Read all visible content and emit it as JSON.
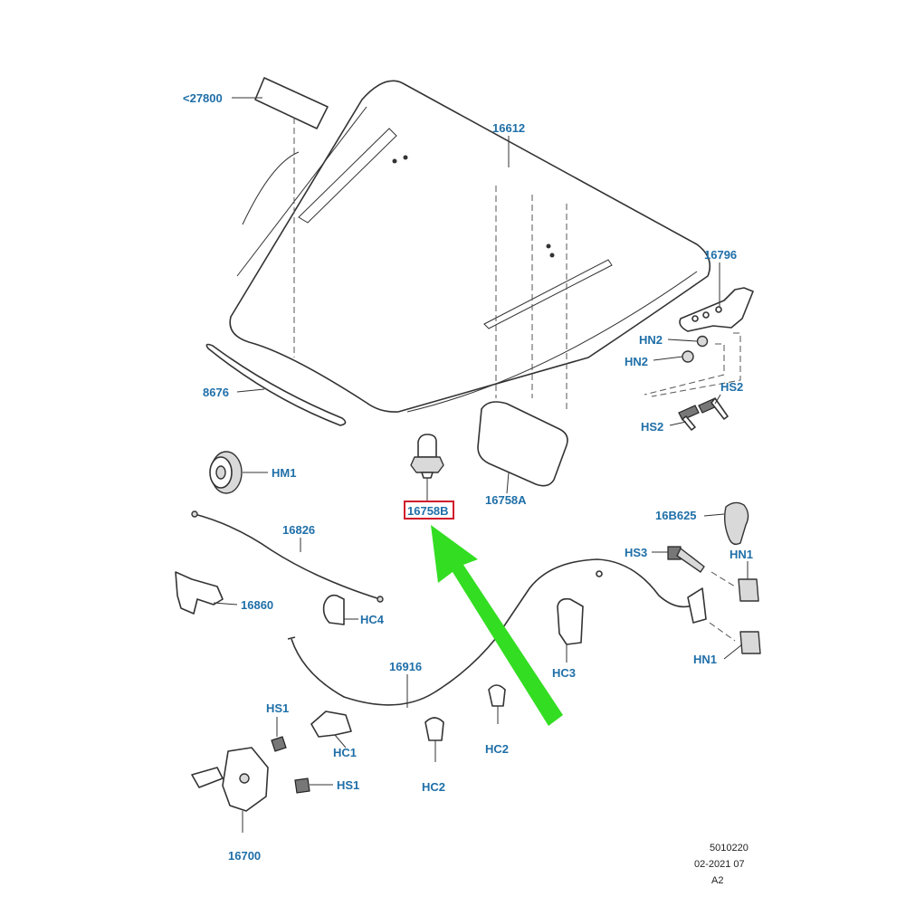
{
  "callouts": {
    "c27800": "<27800",
    "c16612": "16612",
    "c16796": "16796",
    "hn2_a": "HN2",
    "hn2_b": "HN2",
    "hs2_a": "HS2",
    "hs2_b": "HS2",
    "c8676": "8676",
    "hm1": "HM1",
    "c16758b": "16758B",
    "c16758a": "16758A",
    "c16b625": "16B625",
    "c16826": "16826",
    "hs3": "HS3",
    "hn1_a": "HN1",
    "hn1_b": "HN1",
    "c16860": "16860",
    "hc4": "HC4",
    "hc3": "HC3",
    "c16916": "16916",
    "hs1_a": "HS1",
    "hs1_b": "HS1",
    "hc1": "HC1",
    "hc2_a": "HC2",
    "hc2_b": "HC2",
    "c16700": "16700"
  },
  "footer": {
    "ref": "5010220",
    "date": "02-2021 07",
    "sheet": "A2"
  },
  "colors": {
    "label": "#1f6fa8",
    "highlight_box": "#d01c2c",
    "arrow": "#33dd22"
  },
  "highlighted_part": "16758B"
}
